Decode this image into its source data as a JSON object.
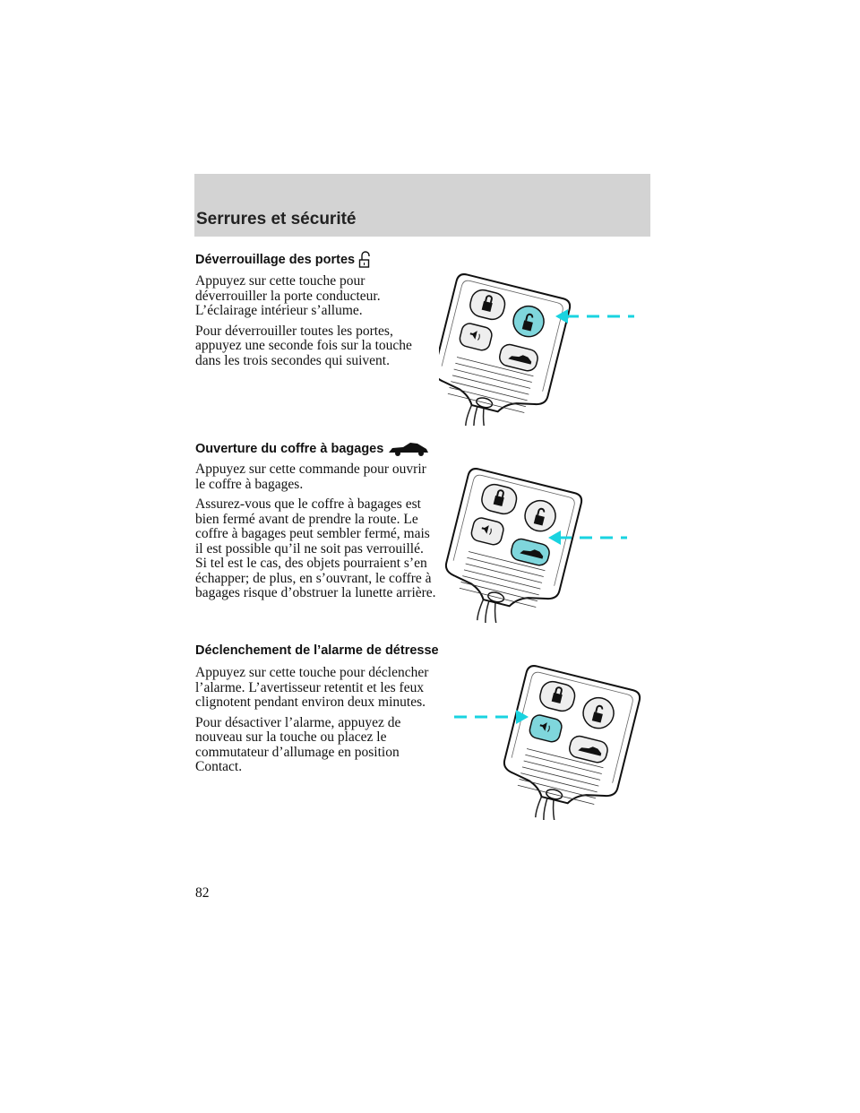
{
  "header": {
    "title": "Serrures et sécurité"
  },
  "sections": [
    {
      "title": "Déverrouillage des portes",
      "icon": "unlock-icon",
      "paragraphs": [
        "Appuyez sur cette touche pour déverrouiller la porte conducteur. L’éclairage intérieur s’allume.",
        "Pour déverrouiller toutes les portes, appuyez une seconde fois sur la touche dans les trois secondes qui suivent."
      ],
      "highlighted_button": "unlock"
    },
    {
      "title": "Ouverture du coffre à bagages",
      "icon": "trunk-car-icon",
      "paragraphs": [
        "Appuyez sur cette commande pour ouvrir le coffre à bagages.",
        "Assurez-vous que le coffre à bagages est bien fermé avant de prendre la route. Le coffre à bagages peut sembler fermé, mais il est possible qu’il ne soit pas verrouillé. Si tel est le cas, des objets pourraient s’en échapper; de plus, en s’ouvrant, le coffre à bagages risque d’obstruer la lunette arrière."
      ],
      "highlighted_button": "trunk"
    },
    {
      "title": "Déclenchement de l’alarme de détresse",
      "icon": "panic-alarm-icon",
      "paragraphs": [
        "Appuyez sur cette touche pour déclencher l’alarme. L’avertisseur retentit et les feux clignotent pendant environ deux minutes.",
        "Pour désactiver l’alarme, appuyez de nouveau sur la touche ou placez le commutateur d’allumage en position Contact."
      ],
      "highlighted_button": "panic"
    }
  ],
  "page_number": "82",
  "colors": {
    "highlight": "#7fd6dc",
    "arrow": "#19d3e0",
    "band": "#d3d3d3"
  }
}
